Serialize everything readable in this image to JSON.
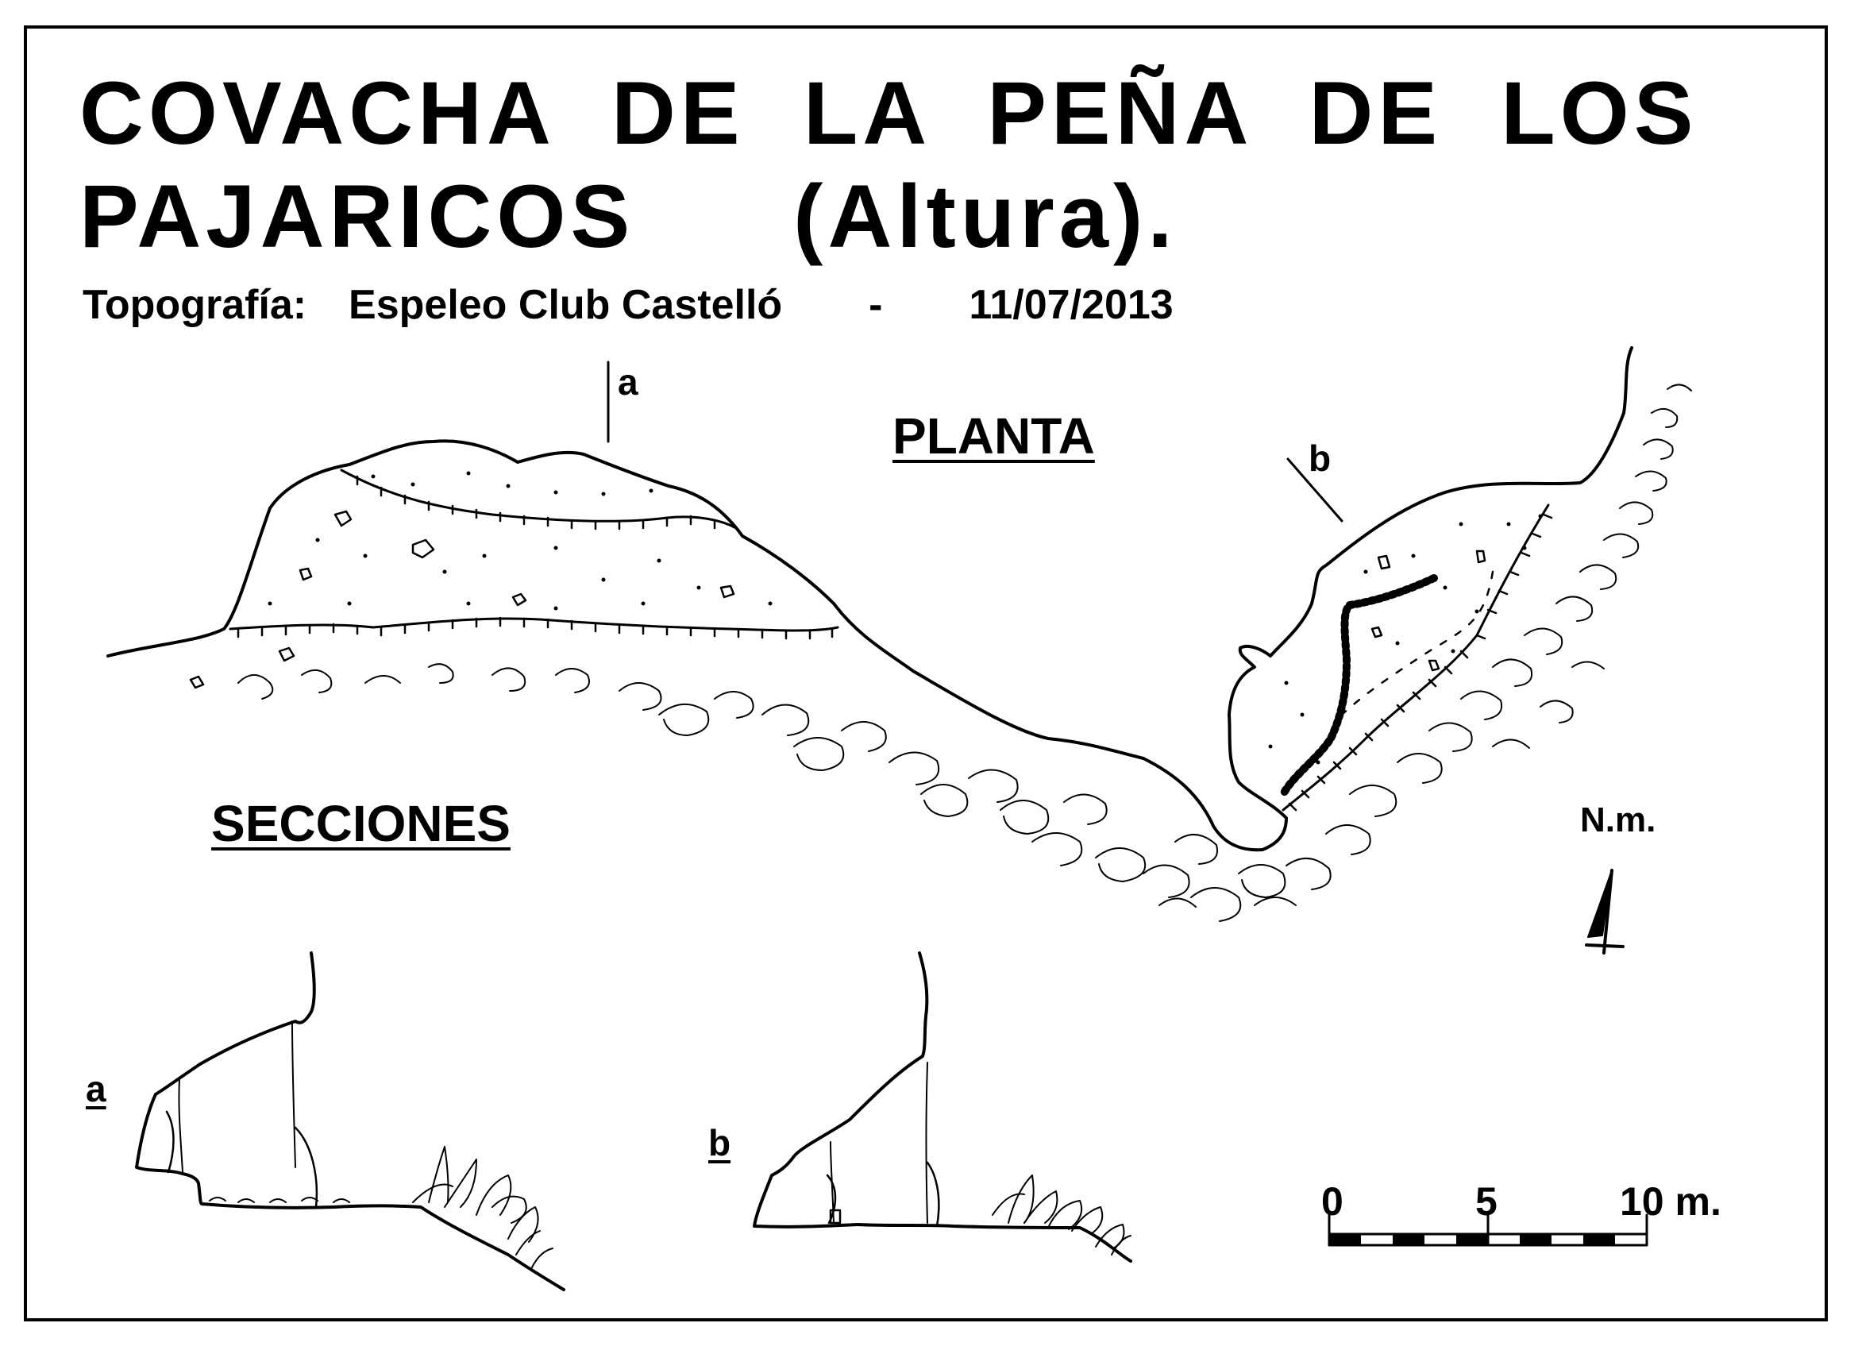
{
  "title": {
    "line1": "COVACHA  DE  LA  PEÑA  DE  LOS",
    "line2_main": "PAJARICOS",
    "line2_suffix": "(Altura)."
  },
  "credit": {
    "label": "Topografía:",
    "club": "Espeleo Club Castelló",
    "separator": "-",
    "date": "11/07/2013"
  },
  "plan": {
    "heading": "PLANTA",
    "section_a_label": "a",
    "section_b_label": "b"
  },
  "sections": {
    "heading": "SECCIONES",
    "a_label": "a",
    "b_label": "b"
  },
  "north": {
    "label": "N.m."
  },
  "scale": {
    "tick0": "0",
    "tick5": "5",
    "tick10": "10 m."
  },
  "colors": {
    "ink": "#000000",
    "paper": "#ffffff"
  }
}
